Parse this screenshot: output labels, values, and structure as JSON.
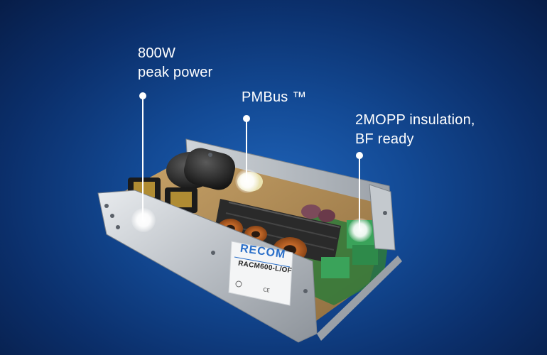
{
  "callouts": [
    {
      "lines": [
        "800W",
        "peak power"
      ]
    },
    {
      "lines": [
        "PMBus ™"
      ]
    },
    {
      "lines": [
        "2MOPP insulation,",
        "BF ready"
      ]
    }
  ],
  "product": {
    "brand": "RECOM",
    "model": "RACM600-L/OF"
  },
  "colors": {
    "background_center": "#1f63b8",
    "background_edge": "#071d48",
    "label_text": "#ffffff",
    "brand_blue": "#2a6fc9"
  }
}
